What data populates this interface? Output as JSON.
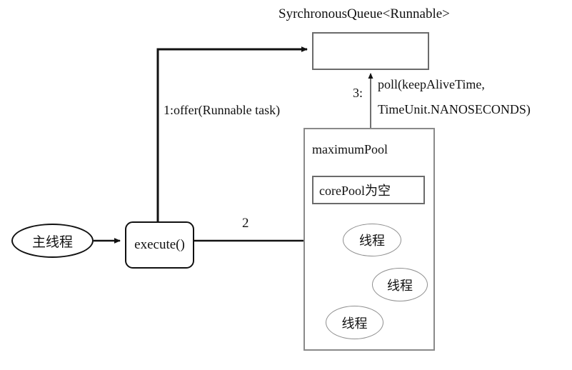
{
  "diagram": {
    "title": "SyrchronousQueue<Runnable>",
    "queue": {
      "label": "SyrchronousQueue<Runnable>",
      "content": ""
    },
    "pool": {
      "label": "maximumPool",
      "core_label": "corePool为空",
      "workers": [
        {
          "label": "线程"
        },
        {
          "label": "线程"
        },
        {
          "label": "线程"
        }
      ]
    },
    "main_thread": {
      "label": "主线程"
    },
    "execute": {
      "label": "execute()"
    },
    "edges": {
      "offer": "1:offer(Runnable task)",
      "dispatch": "2",
      "poll_index": "3:",
      "poll_line1": "poll(keepAliveTime,",
      "poll_line2": "TimeUnit.NANOSECONDS)"
    },
    "colors": {
      "stroke_dark": "#111111",
      "stroke_gray": "#6b6b6b",
      "stroke_light": "#8f8f8f",
      "background": "#ffffff"
    }
  }
}
